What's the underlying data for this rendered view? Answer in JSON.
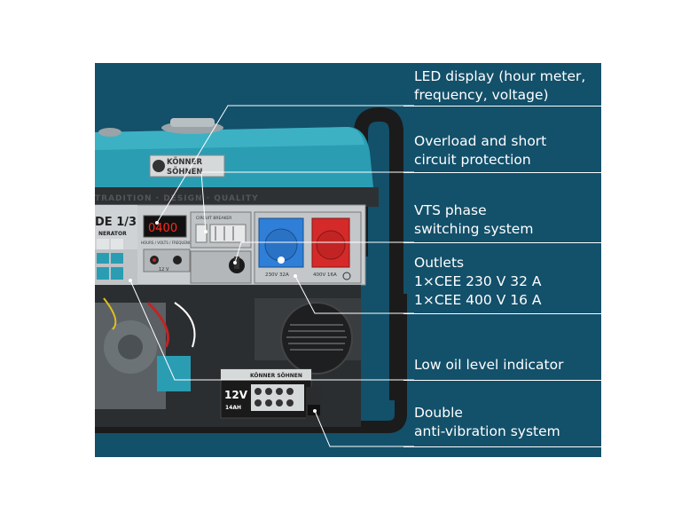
{
  "callouts": {
    "led_display": [
      "LED display (hour meter,",
      "frequency, voltage)"
    ],
    "overload": [
      "Overload and short",
      "circuit protection"
    ],
    "vts": [
      "VTS phase",
      "switching system"
    ],
    "outlets": [
      "Outlets",
      "1×CEE 230 V 32 A",
      "1×CEE 400 V 16 A"
    ],
    "low_oil": [
      "Low oil level indicator"
    ],
    "anti_vibration": [
      "Double",
      "anti-vibration system"
    ]
  },
  "product": {
    "logo_line1": "KÖNNER",
    "logo_line2": "SÖHNEN",
    "model_fragment": "DE 1/3",
    "model_subtitle": "NERATOR",
    "display_reading": "0400",
    "display_caption": "HOURS / VOLTS / FREQUENCY",
    "breaker_caption": "CIRCUIT BREAKER",
    "dc_label": "12 V",
    "outlet1_label": "230V 32A",
    "outlet2_label": "400V 16A",
    "battery_voltage": "12V",
    "battery_capacity": "14AH",
    "battery_logo": "KÖNNER SÖHNEN"
  },
  "colors": {
    "panel_bg": "#13506a",
    "text": "#ffffff",
    "tank": "#2aa0b6",
    "outlet_blue": "#2f7fd8",
    "outlet_red": "#d42a2a",
    "display_digits": "#ff2a1a"
  }
}
